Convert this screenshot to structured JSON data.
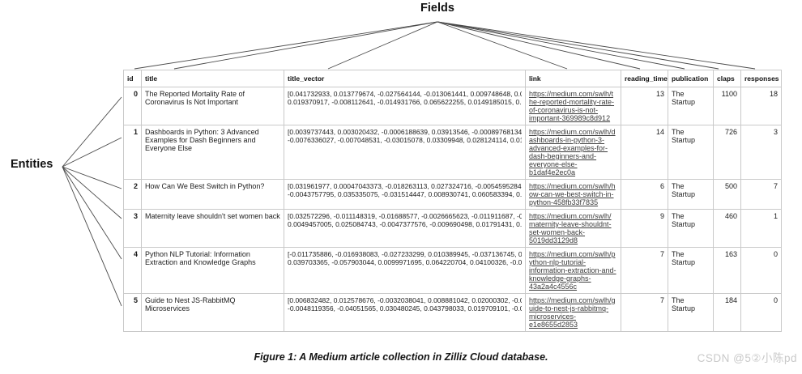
{
  "diagram": {
    "fields_label": "Fields",
    "entities_label": "Entities"
  },
  "table": {
    "columns": [
      {
        "key": "id",
        "label": "id"
      },
      {
        "key": "title",
        "label": "title"
      },
      {
        "key": "title_vector",
        "label": "title_vector"
      },
      {
        "key": "link",
        "label": "link"
      },
      {
        "key": "reading_time",
        "label": "reading_time"
      },
      {
        "key": "publication",
        "label": "publication"
      },
      {
        "key": "claps",
        "label": "claps"
      },
      {
        "key": "responses",
        "label": "responses"
      }
    ],
    "rows": [
      {
        "id": "0",
        "title": "The Reported Mortality Rate of Coronavirus Is Not Important",
        "title_vector_lines": [
          "[0.041732933, 0.013779674, -0.027564144, -0.013061441, 0.009748648, 0.00",
          "0.019370917, -0.008112641, -0.014931766, 0.065622255, 0.0149185015, 0.0"
        ],
        "link": "https://medium.com/swlh/the-reported-mortality-rate-of-coronavirus-is-not-important-369989c8d912",
        "reading_time": "13",
        "publication": "The Startup",
        "claps": "1100",
        "responses": "18"
      },
      {
        "id": "1",
        "title": "Dashboards in Python: 3 Advanced Examples for Dash Beginners and Everyone Else",
        "title_vector_lines": [
          "[0.0039737443, 0.003020432, -0.0006188639, 0.03913546, -0.00089768134,",
          "-0.0076336027, -0.007048531, -0.03015078, 0.03309948, 0.028124114, 0.01"
        ],
        "link": "https://medium.com/swlh/dashboards-in-python-3-advanced-examples-for-dash-beginners-and-everyone-else-b1daf4e2ec0a",
        "reading_time": "14",
        "publication": "The Startup",
        "claps": "726",
        "responses": "3"
      },
      {
        "id": "2",
        "title": "How Can We Best Switch in Python?",
        "title_vector_lines": [
          "[0.031961977, 0.00047043373, -0.018263113, 0.027324716, -0.0054595284,",
          "-0.0043757795, 0.035335075, -0.031514447, 0.008930741, 0.060583394, 0.0"
        ],
        "link": "https://medium.com/swlh/how-can-we-best-switch-in-python-458fb33f7835",
        "reading_time": "6",
        "publication": "The Startup",
        "claps": "500",
        "responses": "7"
      },
      {
        "id": "3",
        "title": "Maternity leave shouldn't set women back",
        "title_vector_lines": [
          "[0.032572296, -0.011148319, -0.01688577, -0.0026665623, -0.011911687, -0",
          "0.0049457005, 0.025084743, -0.0047377576, -0.009690498, 0.01791431, 0.0"
        ],
        "link": "https://medium.com/swlh/maternity-leave-shouldnt-set-women-back-5019dd3129d8",
        "reading_time": "9",
        "publication": "The Startup",
        "claps": "460",
        "responses": "1"
      },
      {
        "id": "4",
        "title": "Python NLP Tutorial: Information Extraction and Knowledge Graphs",
        "title_vector_lines": [
          "[-0.011735886, -0.016938083, -0.027233299, 0.010389945, -0.037136745, 0.",
          "0.039703365, -0.057903044, 0.0099971695, 0.064220704, 0.04100326, -0.00"
        ],
        "link": "https://medium.com/swlh/python-nlp-tutorial-information-extraction-and-knowledge-graphs-43a2a4c4556c",
        "reading_time": "7",
        "publication": "The Startup",
        "claps": "163",
        "responses": "0"
      },
      {
        "id": "5",
        "title": "Guide to Nest JS-RabbitMQ Microservices",
        "title_vector_lines": [
          "[0.006832482, 0.012578676, -0.0032038041, 0.008881042, 0.02000302, -0.00",
          "-0.0048119356, -0.04051565, 0.030480245, 0.043798033, 0.019709101, -0.0"
        ],
        "link": "https://medium.com/swlh/guide-to-nest-js-rabbitmq-microservices-e1e8655d2853",
        "reading_time": "7",
        "publication": "The Startup",
        "claps": "184",
        "responses": "0"
      }
    ]
  },
  "caption": "Figure 1: A Medium article collection in Zilliz Cloud database.",
  "watermark": "CSDN @5②小陈pd"
}
